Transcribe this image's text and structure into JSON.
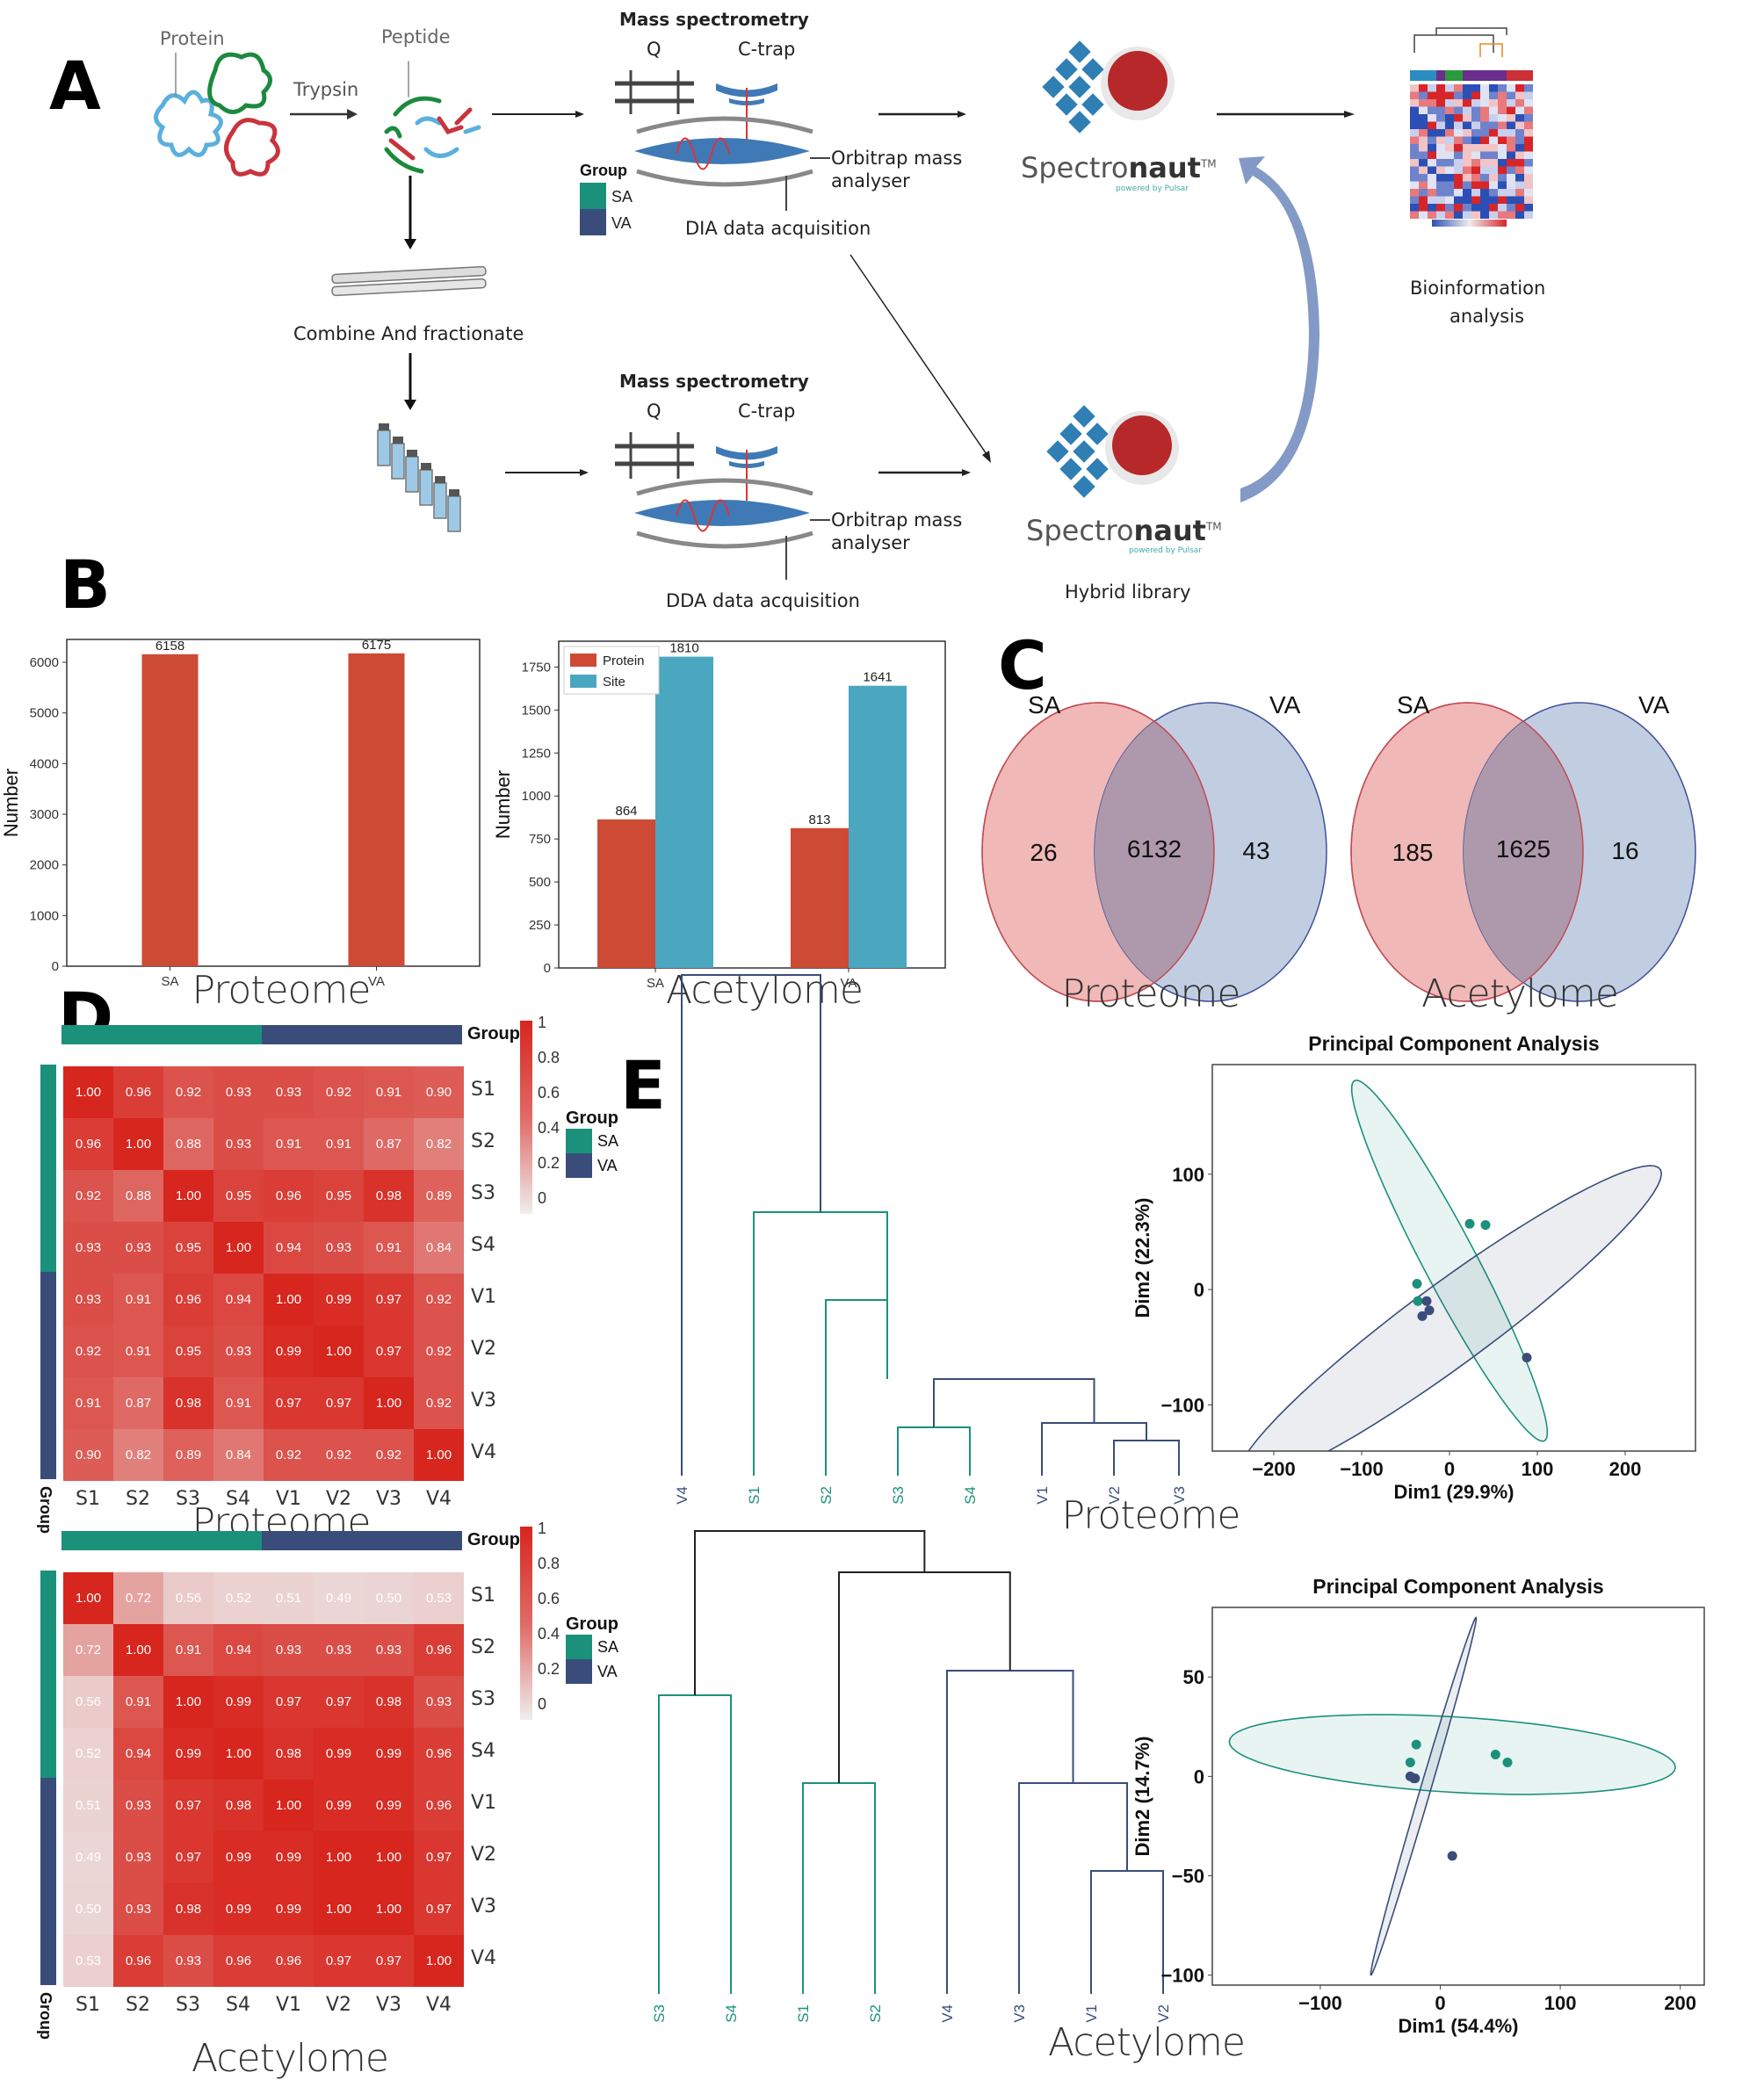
{
  "panels": {
    "A": "A",
    "B": "B",
    "C": "C",
    "D": "D",
    "E": "E"
  },
  "workflow": {
    "protein_label": "Protein",
    "peptide_label": "Peptide",
    "trypsin_label": "Trypsin",
    "combine_label": "Combine And fractionate",
    "ms_top": {
      "title": "Mass spectrometry",
      "q": "Q",
      "ctrap": "C-trap",
      "orbitrap": "Orbitrap mass",
      "orbitrap2": "analyser",
      "acq": "DIA data acquisition"
    },
    "ms_bottom": {
      "title": "Mass spectrometry",
      "q": "Q",
      "ctrap": "C-trap",
      "orbitrap": "Orbitrap mass",
      "orbitrap2": "analyser",
      "acq": "DDA data acquisition"
    },
    "spectronaut_name": "Spectronaut",
    "spectronaut_bold": "naut",
    "spectronaut_plain": "Spectro",
    "spectronaut_tm": "TM",
    "powered_by": "powered by Pulsar",
    "hybrid_label": "Hybrid library",
    "bioinfo_label_1": "Bioinformation",
    "bioinfo_label_2": "analysis",
    "icons": [
      "protein-icon",
      "peptide-icon",
      "column-icon",
      "vials-icon",
      "mass-spec-icon",
      "spectronaut-logo-icon",
      "heatmap-thumbnail-icon",
      "curved-arrow-icon"
    ]
  },
  "captions": {
    "b_left": "Proteome",
    "b_right": "Acetylome",
    "c_left": "Proteome",
    "c_right": "Acetylome",
    "d_top": "Proteome",
    "d_bottom": "Acetylome",
    "e_top": "Proteome",
    "e_bottom": "Acetylome"
  },
  "heatmap_common": {
    "labels": [
      "S1",
      "S2",
      "S3",
      "S4",
      "V1",
      "V2",
      "V3",
      "V4"
    ],
    "group_title": "Group",
    "colorbar_ticks": [
      "1",
      "0.8",
      "0.6",
      "0.4",
      "0.2",
      "0"
    ],
    "legend_title": "Group",
    "legend_items": [
      {
        "label": "SA",
        "color": "#1b917c"
      },
      {
        "label": "VA",
        "color": "#3a4d7a"
      }
    ],
    "axis_group_label": "Group"
  },
  "colors": {
    "sa": "#1b917c",
    "va": "#3a4d7a",
    "bar_red": "#cd4a35",
    "bar_teal": "#4ba7bf",
    "venn_pink": "#f0b8b6",
    "venn_blue": "#b6c5dc",
    "venn_overlap": "#ae98ab",
    "heat_red": "#d7261e"
  },
  "chart_data": [
    {
      "id": "B-proteome",
      "type": "bar",
      "categories": [
        "SA",
        "VA"
      ],
      "values": [
        6158,
        6175
      ],
      "data_labels": [
        "6158",
        "6175"
      ],
      "ylabel": "Number",
      "yticks": [
        "0",
        "1000",
        "2000",
        "3000",
        "4000",
        "5000",
        "6000"
      ],
      "ylim": [
        0,
        6450
      ],
      "caption": "Proteome"
    },
    {
      "id": "B-acetylome",
      "type": "bar",
      "categories": [
        "SA",
        "VA"
      ],
      "series": [
        {
          "name": "Protein",
          "values": [
            864,
            813
          ],
          "data_labels": [
            "864",
            "813"
          ]
        },
        {
          "name": "Site",
          "values": [
            1810,
            1641
          ],
          "data_labels": [
            "1810",
            "1641"
          ]
        }
      ],
      "ylabel": "Number",
      "yticks": [
        "0",
        "250",
        "500",
        "750",
        "1000",
        "1250",
        "1500",
        "1750"
      ],
      "ylim": [
        0,
        1900
      ],
      "legend": "top-left",
      "caption": "Acetylome"
    },
    {
      "id": "C-proteome",
      "type": "venn",
      "sets": [
        "SA",
        "VA"
      ],
      "only_a": "26",
      "both": "6132",
      "only_b": "43",
      "caption": "Proteome"
    },
    {
      "id": "C-acetylome",
      "type": "venn",
      "sets": [
        "SA",
        "VA"
      ],
      "only_a": "185",
      "both": "1625",
      "only_b": "16",
      "caption": "Acetylome"
    },
    {
      "id": "D-proteome",
      "type": "heatmap",
      "rows": [
        "S1",
        "S2",
        "S3",
        "S4",
        "V1",
        "V2",
        "V3",
        "V4"
      ],
      "cols": [
        "S1",
        "S2",
        "S3",
        "S4",
        "V1",
        "V2",
        "V3",
        "V4"
      ],
      "values": [
        [
          "1.00",
          "0.96",
          "0.92",
          "0.93",
          "0.93",
          "0.92",
          "0.91",
          "0.90"
        ],
        [
          "0.96",
          "1.00",
          "0.88",
          "0.93",
          "0.91",
          "0.91",
          "0.87",
          "0.82"
        ],
        [
          "0.92",
          "0.88",
          "1.00",
          "0.95",
          "0.96",
          "0.95",
          "0.98",
          "0.89"
        ],
        [
          "0.93",
          "0.93",
          "0.95",
          "1.00",
          "0.94",
          "0.93",
          "0.91",
          "0.84"
        ],
        [
          "0.93",
          "0.91",
          "0.96",
          "0.94",
          "1.00",
          "0.99",
          "0.97",
          "0.92"
        ],
        [
          "0.92",
          "0.91",
          "0.95",
          "0.93",
          "0.99",
          "1.00",
          "0.97",
          "0.92"
        ],
        [
          "0.91",
          "0.87",
          "0.98",
          "0.91",
          "0.97",
          "0.97",
          "1.00",
          "0.92"
        ],
        [
          "0.90",
          "0.82",
          "0.89",
          "0.84",
          "0.92",
          "0.92",
          "0.92",
          "1.00"
        ]
      ],
      "colorbar_range": [
        0,
        1
      ],
      "caption": "Proteome"
    },
    {
      "id": "D-acetylome",
      "type": "heatmap",
      "rows": [
        "S1",
        "S2",
        "S3",
        "S4",
        "V1",
        "V2",
        "V3",
        "V4"
      ],
      "cols": [
        "S1",
        "S2",
        "S3",
        "S4",
        "V1",
        "V2",
        "V3",
        "V4"
      ],
      "values": [
        [
          "1.00",
          "0.72",
          "0.56",
          "0.52",
          "0.51",
          "0.49",
          "0.50",
          "0.53"
        ],
        [
          "0.72",
          "1.00",
          "0.91",
          "0.94",
          "0.93",
          "0.93",
          "0.93",
          "0.96"
        ],
        [
          "0.56",
          "0.91",
          "1.00",
          "0.99",
          "0.97",
          "0.97",
          "0.98",
          "0.93"
        ],
        [
          "0.52",
          "0.94",
          "0.99",
          "1.00",
          "0.98",
          "0.99",
          "0.99",
          "0.96"
        ],
        [
          "0.51",
          "0.93",
          "0.97",
          "0.98",
          "1.00",
          "0.99",
          "0.99",
          "0.96"
        ],
        [
          "0.49",
          "0.93",
          "0.97",
          "0.99",
          "0.99",
          "1.00",
          "1.00",
          "0.97"
        ],
        [
          "0.50",
          "0.93",
          "0.98",
          "0.99",
          "0.99",
          "1.00",
          "1.00",
          "0.97"
        ],
        [
          "0.53",
          "0.96",
          "0.93",
          "0.96",
          "0.96",
          "0.97",
          "0.97",
          "1.00"
        ]
      ],
      "colorbar_range": [
        0,
        1
      ],
      "caption": "Acetylome"
    },
    {
      "id": "E-proteome-dendrogram",
      "type": "dendrogram",
      "leaves": [
        {
          "label": "V4",
          "group": "VA"
        },
        {
          "label": "S1",
          "group": "SA"
        },
        {
          "label": "S2",
          "group": "SA"
        },
        {
          "label": "S3",
          "group": "SA"
        },
        {
          "label": "S4",
          "group": "SA"
        },
        {
          "label": "V1",
          "group": "VA"
        },
        {
          "label": "V2",
          "group": "VA"
        },
        {
          "label": "V3",
          "group": "VA"
        }
      ],
      "merges": [
        {
          "a": "V2",
          "b": "V3",
          "height": 0.06,
          "group": "VA"
        },
        {
          "a": "V1",
          "b": "(V2,V3)",
          "height": 0.09,
          "group": "VA"
        },
        {
          "a": "S3",
          "b": "S4",
          "height": 0.08,
          "group": "SA"
        },
        {
          "a": "(S3,S4)",
          "b": "(V1,V2,V3)",
          "height": 0.18,
          "group": "VA"
        },
        {
          "a": "S2",
          "b": "(S3,S4,V1,V2,V3)",
          "height": 0.36,
          "group": "SA"
        },
        {
          "a": "S1",
          "b": "(S2,...)",
          "height": 0.52,
          "group": "SA"
        },
        {
          "a": "V4",
          "b": "(S1,...)",
          "height": 1.0,
          "group": "VA"
        }
      ],
      "caption": "Proteome"
    },
    {
      "id": "E-proteome-pca",
      "type": "scatter",
      "title": "Principal Component Analysis",
      "xlabel": "Dim1 (29.9%)",
      "ylabel": "Dim2 (22.3%)",
      "xlim": [
        -270,
        280
      ],
      "ylim": [
        -140,
        195
      ],
      "xticks": [
        "-200",
        "-100",
        "0",
        "100",
        "200"
      ],
      "yticks": [
        "-100",
        "0",
        "100"
      ],
      "series": [
        {
          "name": "SA",
          "color": "#1b917c",
          "points": [
            [
              23,
              57
            ],
            [
              41,
              56
            ],
            [
              -37,
              5
            ],
            [
              -36,
              -10
            ]
          ],
          "ellipse": {
            "cx": 0,
            "cy": 25,
            "rx": 190,
            "ry": 28,
            "angle_deg": -55
          }
        },
        {
          "name": "VA",
          "color": "#3a4d7a",
          "points": [
            [
              -26,
              -10
            ],
            [
              -23,
              -18
            ],
            [
              -31,
              -23
            ],
            [
              88,
              -59
            ]
          ],
          "ellipse": {
            "cx": 0,
            "cy": -30,
            "rx": 275,
            "ry": 38,
            "angle_deg": 29
          }
        }
      ]
    },
    {
      "id": "E-acetylome-dendrogram",
      "type": "dendrogram",
      "leaves": [
        {
          "label": "S3",
          "group": "SA"
        },
        {
          "label": "S4",
          "group": "SA"
        },
        {
          "label": "S1",
          "group": "SA"
        },
        {
          "label": "S2",
          "group": "SA"
        },
        {
          "label": "V4",
          "group": "VA"
        },
        {
          "label": "V3",
          "group": "VA"
        },
        {
          "label": "V1",
          "group": "VA"
        },
        {
          "label": "V2",
          "group": "VA"
        }
      ],
      "merges": [
        {
          "a": "V1",
          "b": "V2",
          "height": 0.22,
          "group": "VA"
        },
        {
          "a": "V3",
          "b": "(V1,V2)",
          "height": 0.41,
          "group": "VA"
        },
        {
          "a": "S1",
          "b": "S2",
          "height": 0.41,
          "group": "SA"
        },
        {
          "a": "V4",
          "b": "(V3,V1,V2)",
          "height": 0.66,
          "group": "VA"
        },
        {
          "a": "S3",
          "b": "S4",
          "height": 0.61,
          "group": "SA"
        },
        {
          "a": "(S1,S2)",
          "b": "(V4,...)",
          "height": 0.91,
          "group": "none"
        },
        {
          "a": "(S3,S4)",
          "b": "(S1,...)",
          "height": 1.0,
          "group": "none"
        }
      ],
      "caption": "Acetylome"
    },
    {
      "id": "E-acetylome-pca",
      "type": "scatter",
      "title": "Principal Component Analysis",
      "xlabel": "Dim1 (54.4%)",
      "ylabel": "Dim2 (14.7%)",
      "xlim": [
        -190,
        220
      ],
      "ylim": [
        -105,
        85
      ],
      "xticks": [
        "-100",
        "0",
        "100",
        "200"
      ],
      "yticks": [
        "-100",
        "-50",
        "0",
        "50"
      ],
      "series": [
        {
          "name": "SA",
          "color": "#1b917c",
          "points": [
            [
              -20,
              16
            ],
            [
              -25,
              7
            ],
            [
              46,
              11
            ],
            [
              56,
              7
            ]
          ],
          "ellipse": {
            "cx": 10,
            "cy": 11,
            "rx": 186,
            "ry": 19,
            "angle_deg": -2
          }
        },
        {
          "name": "VA",
          "color": "#3a4d7a",
          "points": [
            [
              -25,
              0
            ],
            [
              -22,
              -1
            ],
            [
              -21,
              -1
            ],
            [
              10,
              -40
            ]
          ],
          "ellipse": {
            "cx": -14,
            "cy": -10,
            "rx": 100,
            "ry": 4,
            "angle_deg": 64
          }
        }
      ]
    }
  ]
}
